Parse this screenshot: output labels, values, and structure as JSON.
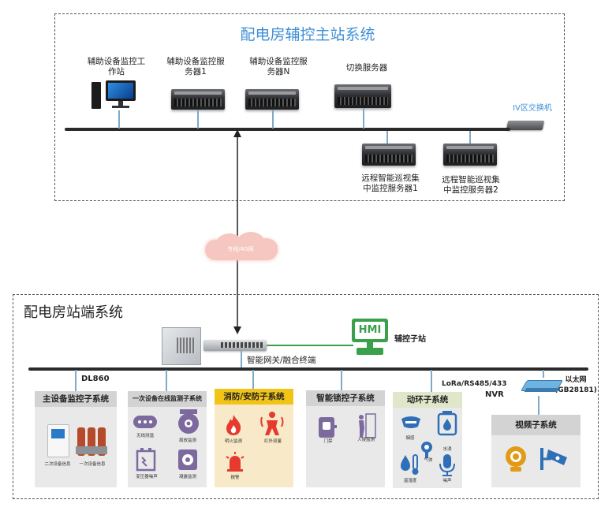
{
  "master": {
    "title": "配电房辅控主站系统",
    "workstation_label": "辅助设备监控工\n作站",
    "server1_label": "辅助设备监控服\n务器1",
    "serverN_label": "辅助设备监控服\n务器N",
    "switch_server_label": "切换服务器",
    "iv_switch_label": "IV区交换机",
    "remote1_label": "远程智能巡视集\n中监控服务器1",
    "remote2_label": "远程智能巡视集\n中监控服务器2"
  },
  "cloud_label": "专线/4G网",
  "station": {
    "title": "配电房站端系统",
    "hmi_text": "HMI",
    "aux_station_label": "辅控子站",
    "gateway_label": "智能网关/融合终端",
    "dl860_label": "DL860",
    "lora_label": "LoRa/RS485/433",
    "nvr_label": "NVR",
    "ethernet_label": "以太网\n(GB28181)"
  },
  "subsystems": {
    "main_equipment": {
      "title": "主设备监控子系统",
      "items": [
        "二次设备信息",
        "一次设备信息"
      ]
    },
    "primary_online": {
      "title": "一次设备在线监测子系统",
      "items": [
        "无线测温",
        "局放监测",
        "变压器噪声",
        "凝露监测"
      ]
    },
    "fire_security": {
      "title": "消防/安防子系统",
      "items": [
        "明火监测",
        "红外双鉴",
        "报警"
      ]
    },
    "smart_lock": {
      "title": "智能锁控子系统",
      "items": [
        "门禁",
        "入侵监测"
      ]
    },
    "environment": {
      "title": "动环子系统",
      "items": [
        "烟感",
        "水浸",
        "气体",
        "温湿度",
        "噪声"
      ]
    },
    "video": {
      "title": "视频子系统"
    }
  },
  "colors": {
    "title_blue": "#3d8fd6",
    "panel_gray": "#e9e9e9",
    "panel_header_gray": "#d3d3d3",
    "fire_header": "#f2c417",
    "fire_panel": "#f8e9c8",
    "env_header": "#dfe6c9",
    "icon_purple": "#7c6a9e",
    "icon_red": "#e63a2e",
    "icon_green": "#3aa14a",
    "icon_blue": "#2f6fb7",
    "icon_orange": "#e39a17",
    "cloud_pink": "#f6c7c0"
  }
}
